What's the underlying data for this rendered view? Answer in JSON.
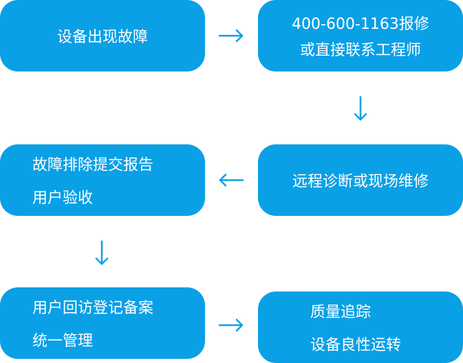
{
  "flow": {
    "steps": [
      {
        "lines": [
          "设备出现故障"
        ]
      },
      {
        "lines": [
          "400-600-1163报修",
          "或直接联系工程师"
        ]
      },
      {
        "lines": [
          "远程诊断或现场维修"
        ]
      },
      {
        "lines": [
          "故障排除提交报告",
          "用户验收"
        ]
      },
      {
        "lines": [
          "用户回访登记备案",
          "统一管理"
        ]
      },
      {
        "lines": [
          "质量追踪",
          "设备良性运转"
        ]
      }
    ],
    "colors": {
      "box_fill": "#0aa0e6",
      "box_text": "#ffffff",
      "arrow": "#0aa0e6"
    }
  }
}
